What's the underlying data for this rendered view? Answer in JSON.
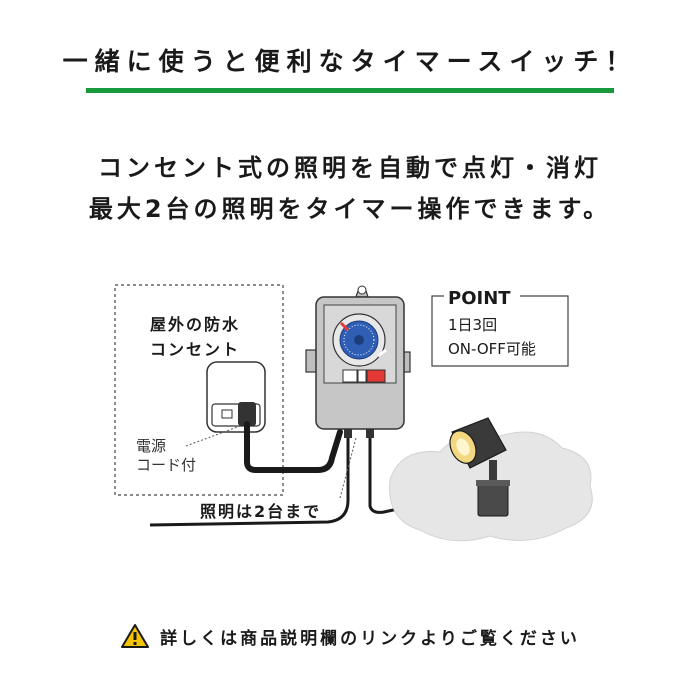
{
  "header": {
    "title": "一緒に使うと便利なタイマースイッチ！"
  },
  "description": {
    "line1": "コンセント式の照明を自動で点灯・消灯",
    "line2": "最大2台の照明をタイマー操作できます。"
  },
  "diagram": {
    "outlet_label_1": "屋外の防水",
    "outlet_label_2": "コンセント",
    "cord_label_1": "電源",
    "cord_label_2": "コード付",
    "lights_label": "照明は2台まで",
    "point": {
      "title": "POINT",
      "line1": "1日3回",
      "line2": "ON-OFF可能"
    }
  },
  "footer": {
    "notice": "詳しくは商品説明欄のリンクよりご覧ください"
  },
  "colors": {
    "accent_green": "#169a3c",
    "dial_blue": "#2f5fb5",
    "warning_yellow": "#f5c400"
  }
}
